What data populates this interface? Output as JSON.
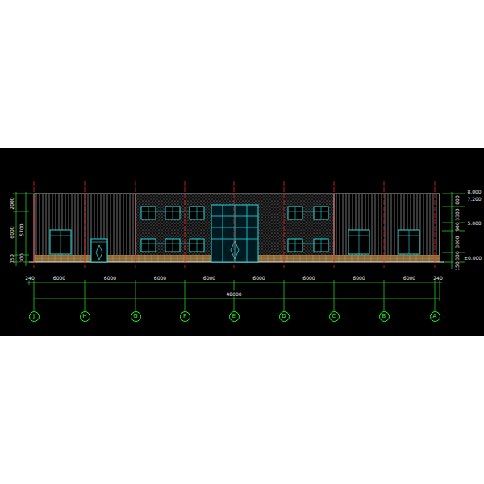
{
  "diagram": {
    "nodes": [
      {
        "text": [
          "J"
        ]
      },
      {
        "text": [
          "H"
        ]
      },
      {
        "text": [
          "G"
        ]
      },
      {
        "text": [
          "F"
        ]
      },
      {
        "text": [
          "E"
        ]
      },
      {
        "text": [
          "D"
        ]
      },
      {
        "text": [
          "C"
        ]
      },
      {
        "text": [
          "B"
        ]
      },
      {
        "text": [
          "A"
        ]
      }
    ],
    "labels": [
      "240",
      "6000",
      "6000",
      "6000",
      "6000",
      "6000",
      "6000",
      "6000",
      "6000",
      "240",
      "48000",
      "2000",
      "6000",
      "150",
      "5700",
      "300",
      "800",
      "3300",
      "900",
      "3000",
      "300",
      "150",
      "8.000",
      "7.200",
      "5.000",
      "±0.000"
    ]
  }
}
